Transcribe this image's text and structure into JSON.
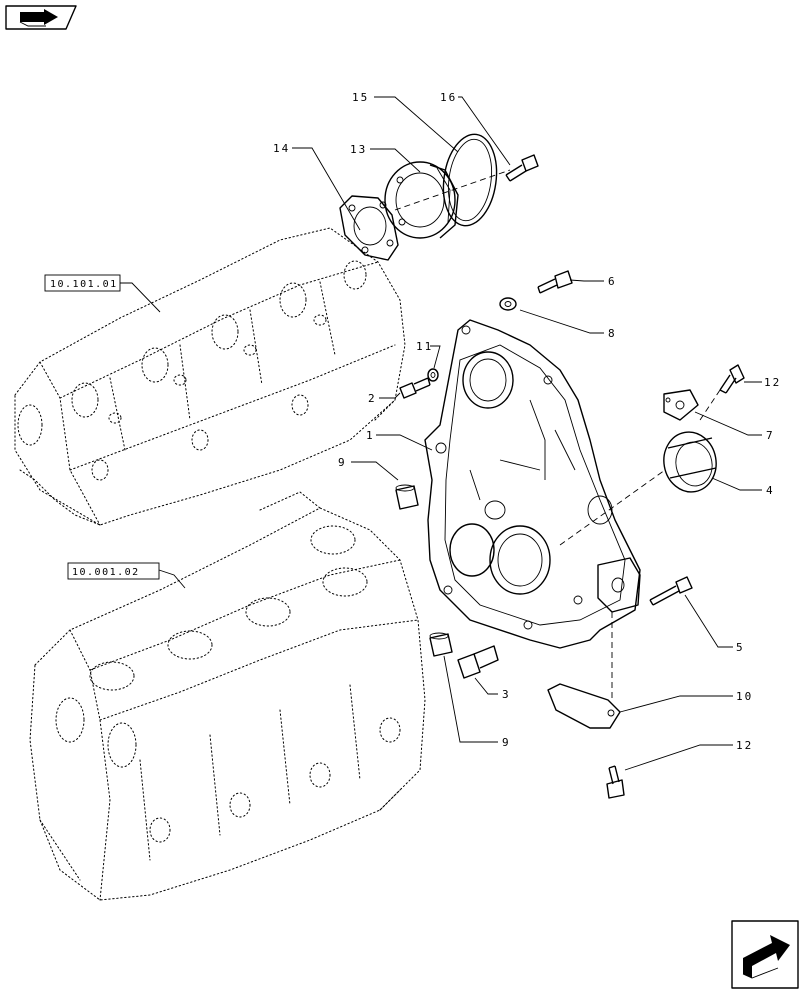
{
  "references": {
    "cylinder_head_ref": "10.101.01",
    "crankcase_ref": "10.001.02"
  },
  "callouts": {
    "c1": "1",
    "c2": "2",
    "c3": "3",
    "c4": "4",
    "c5": "5",
    "c6": "6",
    "c7": "7",
    "c8": "8",
    "c9_top": "9",
    "c9_bottom": "9",
    "c10": "10",
    "c11": "11",
    "c12_top": "12",
    "c12_bottom": "12",
    "c13": "13",
    "c14": "14",
    "c15": "15",
    "c16": "16"
  },
  "icons": {
    "top_left": "book-arrow-icon",
    "bottom_right": "next-page-arrow-icon"
  }
}
